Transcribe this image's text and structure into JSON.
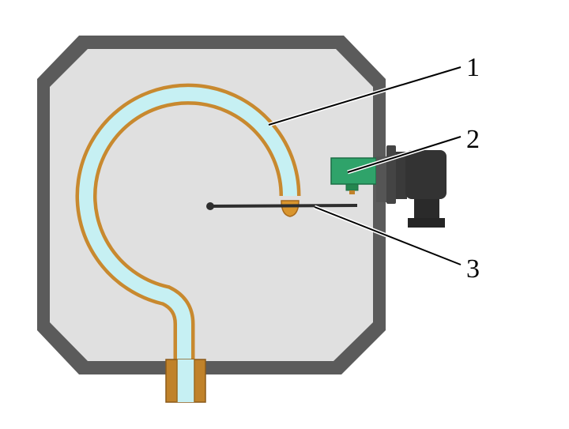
{
  "colors": {
    "housing_outer": "#5b5b5b",
    "housing_inner": "#e0e0e0",
    "tube_fill": "#c6f0f3",
    "tube_edge": "#c8892f",
    "fitting": "#c0822a",
    "sensor_head": "#2fa36a",
    "connector_body": "#333333",
    "leader_line": "#000000"
  },
  "callouts": [
    {
      "id": "1",
      "label": "1",
      "icon": "bourdon-tube"
    },
    {
      "id": "2",
      "label": "2",
      "icon": "proximity-sensor"
    },
    {
      "id": "3",
      "label": "3",
      "icon": "pointer-rod"
    }
  ]
}
